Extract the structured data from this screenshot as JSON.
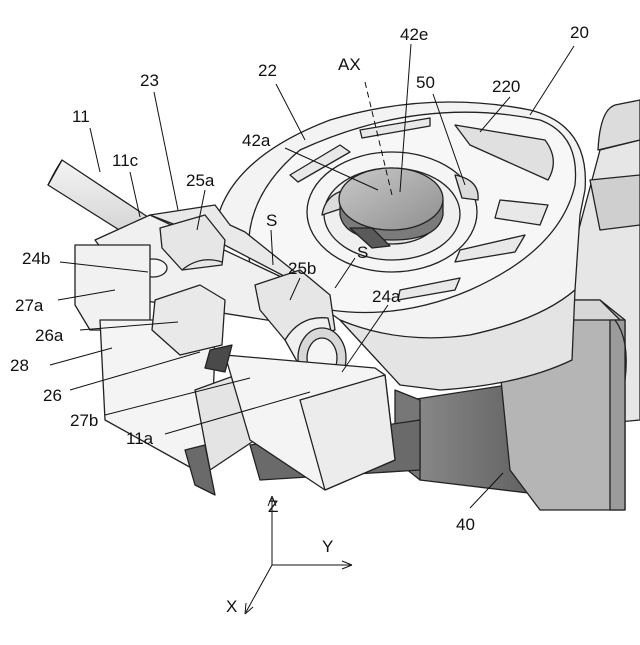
{
  "figure": {
    "labels": {
      "l20": "20",
      "l22": "22",
      "l23": "23",
      "l11": "11",
      "l11c": "11c",
      "l25a": "25a",
      "lAX": "AX",
      "l42e": "42e",
      "l50": "50",
      "l220": "220",
      "l42a": "42a",
      "lS1": "S",
      "lS2": "S",
      "l25b": "25b",
      "l24a": "24a",
      "l24b": "24b",
      "l27a": "27a",
      "l26a": "26a",
      "l28": "28",
      "l26": "26",
      "l27b": "27b",
      "l11a": "11a",
      "l40": "40"
    },
    "axes": {
      "z": "Z",
      "y": "Y",
      "x": "X"
    }
  }
}
